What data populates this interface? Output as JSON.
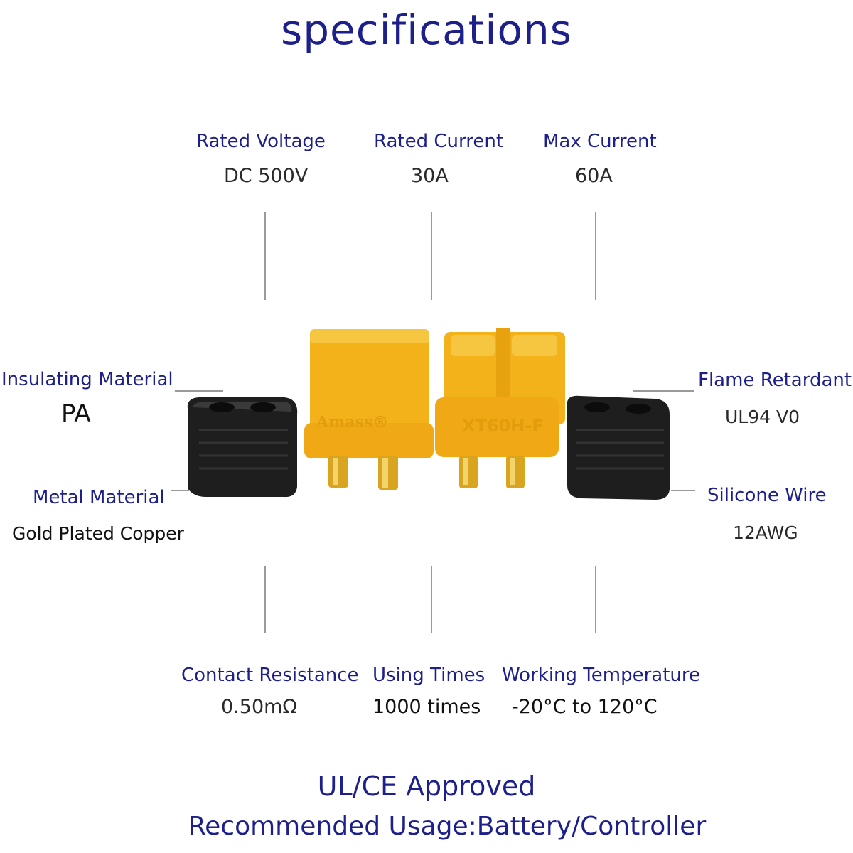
{
  "title": "specifications",
  "specs": {
    "rated_voltage": {
      "label": "Rated Voltage",
      "value": "DC 500V"
    },
    "rated_current": {
      "label": "Rated Current",
      "value": "30A"
    },
    "max_current": {
      "label": "Max Current",
      "value": "60A"
    },
    "insulating_material": {
      "label": "Insulating Material",
      "value": "PA"
    },
    "flame_retardant": {
      "label": "Flame Retardant",
      "value": "UL94 V0"
    },
    "metal_material": {
      "label": "Metal Material",
      "value": "Gold Plated Copper"
    },
    "silicone_wire": {
      "label": "Silicone Wire",
      "value": "12AWG"
    },
    "contact_resistance": {
      "label": "Contact Resistance",
      "value": "0.50mΩ"
    },
    "using_times": {
      "label": "Using Times",
      "value": "1000 times"
    },
    "working_temperature": {
      "label": "Working Temperature",
      "value": "-20°C to 120°C"
    }
  },
  "product": {
    "male_marking": "Amass®",
    "female_marking": "XT60H-F"
  },
  "footer": {
    "approval": "UL/CE Approved",
    "usage": "Recommended Usage:Battery/Controller"
  },
  "colors": {
    "heading": "#1d1f8a",
    "connector": "#f3b21a",
    "cap": "#222222",
    "pins": "#d9a520"
  }
}
